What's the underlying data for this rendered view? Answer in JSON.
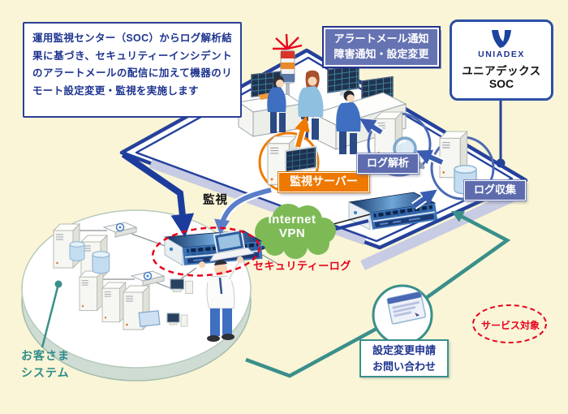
{
  "description_box": {
    "text": "運用監視センター（SOC）からログ解析結果に基づき、セキュリティーインシデントのアラートメールの配信に加えて機器のリモート設定変更・監視を実施します"
  },
  "alert_box": {
    "line1": "アラートメール通知",
    "line2": "障害通知・設定変更"
  },
  "uniadex_box": {
    "wordmark": "UNIADEX",
    "company": "ユニアデックス",
    "soc": "SOC"
  },
  "soc_room": {
    "monitoring_server": "監視サーバー",
    "log_analysis": "ログ解析",
    "log_collection": "ログ収集"
  },
  "network": {
    "monitoring": "監視",
    "cloud_line1": "Internet",
    "cloud_line2": "VPN",
    "security_log": "セキュリティーログ"
  },
  "customer": {
    "label_line1": "お客さま",
    "label_line2": "システム"
  },
  "request_box": {
    "line1": "設定変更申請",
    "line2": "お問い合わせ"
  },
  "legend": {
    "service_target": "サービス対象"
  },
  "colors": {
    "background": "#f9f5d6",
    "navy": "#24419b",
    "label_blue": "#5e6cae",
    "orange": "#ee7800",
    "teal": "#3a8f8a",
    "red": "#e8001c",
    "cloud_green": "#7dba56",
    "shadow_lavender": "#c7cbe3"
  }
}
